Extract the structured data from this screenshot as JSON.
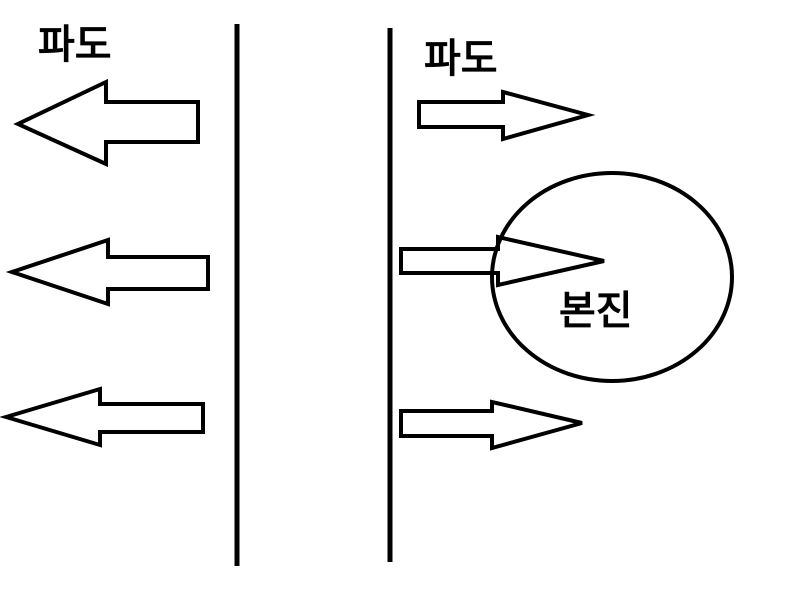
{
  "labels": {
    "wave_left": "파도",
    "wave_right": "파도",
    "epicenter": "본진"
  },
  "colors": {
    "ink": "#000000",
    "background": "#ffffff"
  }
}
